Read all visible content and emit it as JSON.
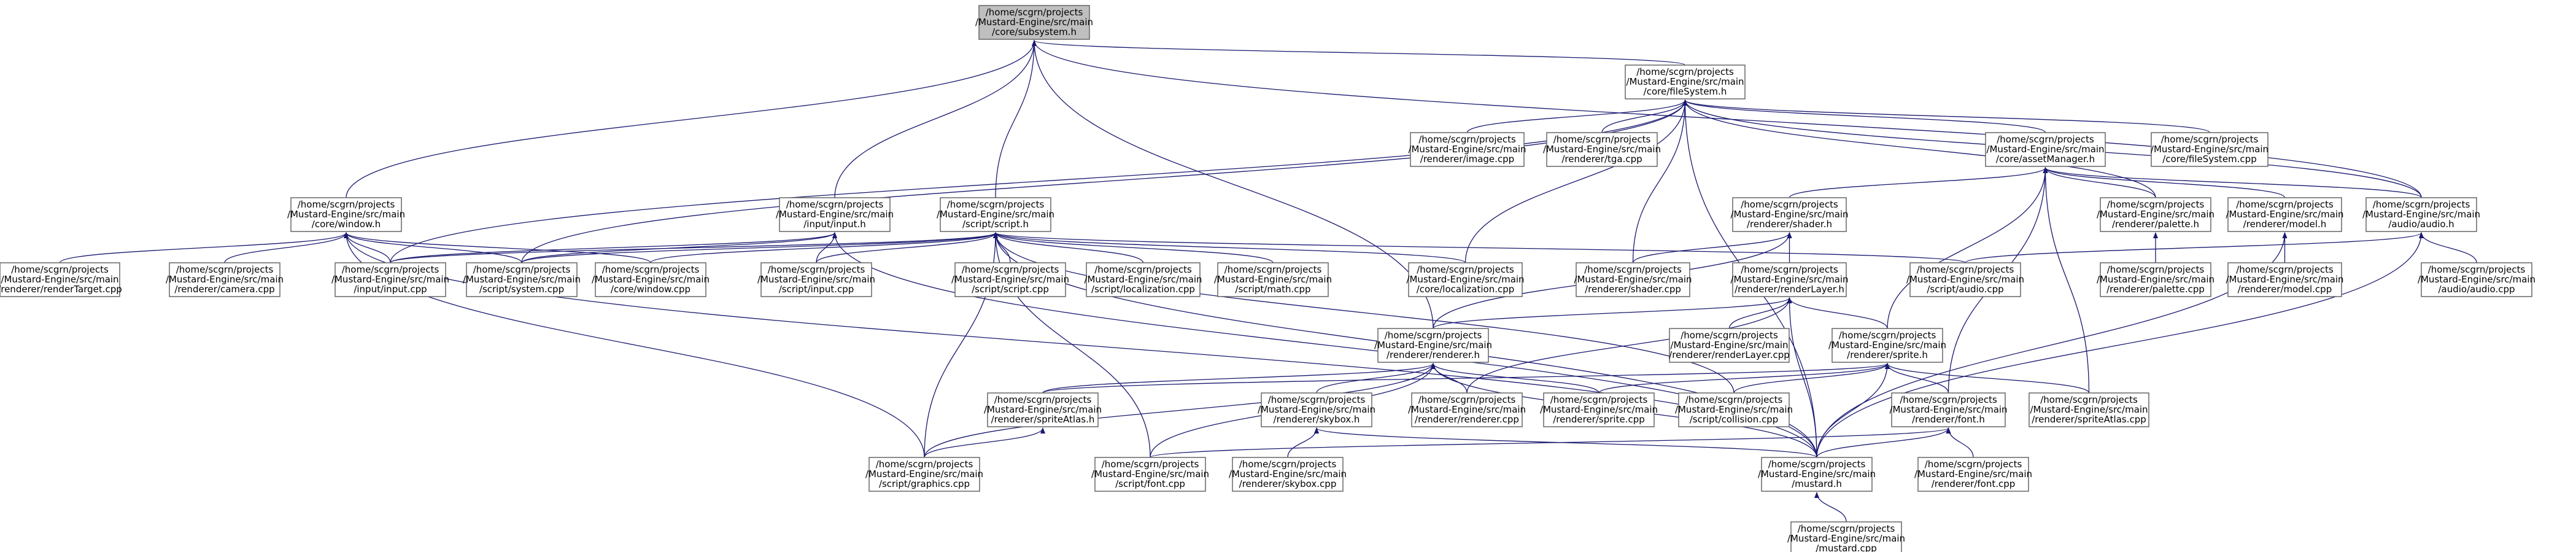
{
  "graph": {
    "colors": {
      "node_fill": "#ffffff",
      "root_fill": "#bfbfbf",
      "border": "#666666",
      "edge": "#191970",
      "text": "#000000"
    },
    "nodes": [
      {
        "id": "subsystem",
        "root": true,
        "lines": [
          "/home/scgrn/projects",
          "/Mustard-Engine/src/main",
          "/core/subsystem.h"
        ]
      },
      {
        "id": "filesystem",
        "lines": [
          "/home/scgrn/projects",
          "/Mustard-Engine/src/main",
          "/core/fileSystem.h"
        ]
      },
      {
        "id": "window",
        "lines": [
          "/home/scgrn/projects",
          "/Mustard-Engine/src/main",
          "/core/window.h"
        ]
      },
      {
        "id": "inputh",
        "lines": [
          "/home/scgrn/projects",
          "/Mustard-Engine/src/main",
          "/input/input.h"
        ]
      },
      {
        "id": "scripth",
        "lines": [
          "/home/scgrn/projects",
          "/Mustard-Engine/src/main",
          "/script/script.h"
        ]
      },
      {
        "id": "image",
        "lines": [
          "/home/scgrn/projects",
          "/Mustard-Engine/src/main",
          "/renderer/image.cpp"
        ]
      },
      {
        "id": "tga",
        "lines": [
          "/home/scgrn/projects",
          "/Mustard-Engine/src/main",
          "/renderer/tga.cpp"
        ]
      },
      {
        "id": "assetmgr",
        "lines": [
          "/home/scgrn/projects",
          "/Mustard-Engine/src/main",
          "/core/assetManager.h"
        ]
      },
      {
        "id": "fscpp",
        "lines": [
          "/home/scgrn/projects",
          "/Mustard-Engine/src/main",
          "/core/fileSystem.cpp"
        ]
      },
      {
        "id": "shaderh",
        "lines": [
          "/home/scgrn/projects",
          "/Mustard-Engine/src/main",
          "/renderer/shader.h"
        ]
      },
      {
        "id": "paletteh",
        "lines": [
          "/home/scgrn/projects",
          "/Mustard-Engine/src/main",
          "/renderer/palette.h"
        ]
      },
      {
        "id": "modelh",
        "lines": [
          "/home/scgrn/projects",
          "/Mustard-Engine/src/main",
          "/renderer/model.h"
        ]
      },
      {
        "id": "audioh",
        "lines": [
          "/home/scgrn/projects",
          "/Mustard-Engine/src/main",
          "/audio/audio.h"
        ]
      },
      {
        "id": "rendertarget",
        "lines": [
          "/home/scgrn/projects",
          "/Mustard-Engine/src/main",
          "/renderer/renderTarget.cpp"
        ]
      },
      {
        "id": "camera",
        "lines": [
          "/home/scgrn/projects",
          "/Mustard-Engine/src/main",
          "/renderer/camera.cpp"
        ]
      },
      {
        "id": "inputcpp",
        "lines": [
          "/home/scgrn/projects",
          "/Mustard-Engine/src/main",
          "/input/input.cpp"
        ]
      },
      {
        "id": "systemcpp",
        "lines": [
          "/home/scgrn/projects",
          "/Mustard-Engine/src/main",
          "/script/system.cpp"
        ]
      },
      {
        "id": "windowcpp",
        "lines": [
          "/home/scgrn/projects",
          "/Mustard-Engine/src/main",
          "/core/window.cpp"
        ]
      },
      {
        "id": "sinputcpp",
        "lines": [
          "/home/scgrn/projects",
          "/Mustard-Engine/src/main",
          "/script/input.cpp"
        ]
      },
      {
        "id": "scriptcpp",
        "lines": [
          "/home/scgrn/projects",
          "/Mustard-Engine/src/main",
          "/script/script.cpp"
        ]
      },
      {
        "id": "slocal",
        "lines": [
          "/home/scgrn/projects",
          "/Mustard-Engine/src/main",
          "/script/localization.cpp"
        ]
      },
      {
        "id": "smath",
        "lines": [
          "/home/scgrn/projects",
          "/Mustard-Engine/src/main",
          "/script/math.cpp"
        ]
      },
      {
        "id": "clocal",
        "lines": [
          "/home/scgrn/projects",
          "/Mustard-Engine/src/main",
          "/core/localization.cpp"
        ]
      },
      {
        "id": "shadercpp",
        "lines": [
          "/home/scgrn/projects",
          "/Mustard-Engine/src/main",
          "/renderer/shader.cpp"
        ]
      },
      {
        "id": "saudio",
        "lines": [
          "/home/scgrn/projects",
          "/Mustard-Engine/src/main",
          "/script/audio.cpp"
        ]
      },
      {
        "id": "palettecpp",
        "lines": [
          "/home/scgrn/projects",
          "/Mustard-Engine/src/main",
          "/renderer/palette.cpp"
        ]
      },
      {
        "id": "modelcpp",
        "lines": [
          "/home/scgrn/projects",
          "/Mustard-Engine/src/main",
          "/renderer/model.cpp"
        ]
      },
      {
        "id": "audiocpp",
        "lines": [
          "/home/scgrn/projects",
          "/Mustard-Engine/src/main",
          "/audio/audio.cpp"
        ]
      },
      {
        "id": "rlayerh",
        "lines": [
          "/home/scgrn/projects",
          "/Mustard-Engine/src/main",
          "/renderer/renderLayer.h"
        ]
      },
      {
        "id": "rendererh",
        "lines": [
          "/home/scgrn/projects",
          "/Mustard-Engine/src/main",
          "/renderer/renderer.h"
        ]
      },
      {
        "id": "rlayercpp",
        "lines": [
          "/home/scgrn/projects",
          "/Mustard-Engine/src/main",
          "/renderer/renderLayer.cpp"
        ]
      },
      {
        "id": "spriteh",
        "lines": [
          "/home/scgrn/projects",
          "/Mustard-Engine/src/main",
          "/renderer/sprite.h"
        ]
      },
      {
        "id": "atlash",
        "lines": [
          "/home/scgrn/projects",
          "/Mustard-Engine/src/main",
          "/renderer/spriteAtlas.h"
        ]
      },
      {
        "id": "skyboxh",
        "lines": [
          "/home/scgrn/projects",
          "/Mustard-Engine/src/main",
          "/renderer/skybox.h"
        ]
      },
      {
        "id": "renderercpp",
        "lines": [
          "/home/scgrn/projects",
          "/Mustard-Engine/src/main",
          "/renderer/renderer.cpp"
        ]
      },
      {
        "id": "spritecpp",
        "lines": [
          "/home/scgrn/projects",
          "/Mustard-Engine/src/main",
          "/renderer/sprite.cpp"
        ]
      },
      {
        "id": "collision",
        "lines": [
          "/home/scgrn/projects",
          "/Mustard-Engine/src/main",
          "/script/collision.cpp"
        ]
      },
      {
        "id": "fonth",
        "lines": [
          "/home/scgrn/projects",
          "/Mustard-Engine/src/main",
          "/renderer/font.h"
        ]
      },
      {
        "id": "atlascpp",
        "lines": [
          "/home/scgrn/projects",
          "/Mustard-Engine/src/main",
          "/renderer/spriteAtlas.cpp"
        ]
      },
      {
        "id": "graphics",
        "lines": [
          "/home/scgrn/projects",
          "/Mustard-Engine/src/main",
          "/script/graphics.cpp"
        ]
      },
      {
        "id": "sfont",
        "lines": [
          "/home/scgrn/projects",
          "/Mustard-Engine/src/main",
          "/script/font.cpp"
        ]
      },
      {
        "id": "skyboxcpp",
        "lines": [
          "/home/scgrn/projects",
          "/Mustard-Engine/src/main",
          "/renderer/skybox.cpp"
        ]
      },
      {
        "id": "mustardh",
        "lines": [
          "/home/scgrn/projects",
          "/Mustard-Engine/src/main",
          "/mustard.h"
        ]
      },
      {
        "id": "rfont",
        "lines": [
          "/home/scgrn/projects",
          "/Mustard-Engine/src/main",
          "/renderer/font.cpp"
        ]
      },
      {
        "id": "mustardcpp",
        "lines": [
          "/home/scgrn/projects",
          "/Mustard-Engine/src/main",
          "/mustard.cpp"
        ]
      }
    ],
    "edges": [
      [
        "filesystem",
        "subsystem"
      ],
      [
        "window",
        "subsystem"
      ],
      [
        "inputh",
        "subsystem"
      ],
      [
        "scripth",
        "subsystem"
      ],
      [
        "rendererh",
        "subsystem"
      ],
      [
        "audioh",
        "subsystem"
      ],
      [
        "image",
        "filesystem"
      ],
      [
        "tga",
        "filesystem"
      ],
      [
        "assetmgr",
        "filesystem"
      ],
      [
        "fscpp",
        "filesystem"
      ],
      [
        "audioh",
        "filesystem"
      ],
      [
        "clocal",
        "filesystem"
      ],
      [
        "shadercpp",
        "filesystem"
      ],
      [
        "inputcpp",
        "filesystem"
      ],
      [
        "systemcpp",
        "filesystem"
      ],
      [
        "mustardh",
        "filesystem"
      ],
      [
        "paletteh",
        "filesystem"
      ],
      [
        "shaderh",
        "assetmgr"
      ],
      [
        "paletteh",
        "assetmgr"
      ],
      [
        "modelh",
        "assetmgr"
      ],
      [
        "audioh",
        "assetmgr"
      ],
      [
        "spriteh",
        "assetmgr"
      ],
      [
        "fonth",
        "assetmgr"
      ],
      [
        "atlascpp",
        "assetmgr"
      ],
      [
        "rendertarget",
        "window"
      ],
      [
        "camera",
        "window"
      ],
      [
        "inputcpp",
        "window"
      ],
      [
        "systemcpp",
        "window"
      ],
      [
        "windowcpp",
        "window"
      ],
      [
        "graphics",
        "window"
      ],
      [
        "mustardh",
        "window"
      ],
      [
        "inputcpp",
        "inputh"
      ],
      [
        "systemcpp",
        "inputh"
      ],
      [
        "sinputcpp",
        "inputh"
      ],
      [
        "mustardh",
        "inputh"
      ],
      [
        "inputcpp",
        "scripth"
      ],
      [
        "systemcpp",
        "scripth"
      ],
      [
        "windowcpp",
        "scripth"
      ],
      [
        "sinputcpp",
        "scripth"
      ],
      [
        "scriptcpp",
        "scripth"
      ],
      [
        "slocal",
        "scripth"
      ],
      [
        "smath",
        "scripth"
      ],
      [
        "clocal",
        "scripth"
      ],
      [
        "saudio",
        "scripth"
      ],
      [
        "collision",
        "scripth"
      ],
      [
        "graphics",
        "scripth"
      ],
      [
        "sfont",
        "scripth"
      ],
      [
        "mustardh",
        "scripth"
      ],
      [
        "shadercpp",
        "shaderh"
      ],
      [
        "rlayerh",
        "shaderh"
      ],
      [
        "rendererh",
        "shaderh"
      ],
      [
        "palettecpp",
        "paletteh"
      ],
      [
        "modelcpp",
        "modelh"
      ],
      [
        "mustardh",
        "modelh"
      ],
      [
        "audiocpp",
        "audioh"
      ],
      [
        "saudio",
        "audioh"
      ],
      [
        "mustardh",
        "audioh"
      ],
      [
        "rendererh",
        "rlayerh"
      ],
      [
        "rlayercpp",
        "rlayerh"
      ],
      [
        "spriteh",
        "rlayerh"
      ],
      [
        "renderercpp",
        "rlayerh"
      ],
      [
        "mustardh",
        "rlayerh"
      ],
      [
        "atlash",
        "rendererh"
      ],
      [
        "skyboxh",
        "rendererh"
      ],
      [
        "renderercpp",
        "rendererh"
      ],
      [
        "spritecpp",
        "rendererh"
      ],
      [
        "graphics",
        "rendererh"
      ],
      [
        "sfont",
        "rendererh"
      ],
      [
        "mustardh",
        "rendererh"
      ],
      [
        "atlash",
        "spriteh"
      ],
      [
        "spritecpp",
        "spriteh"
      ],
      [
        "collision",
        "spriteh"
      ],
      [
        "fonth",
        "spriteh"
      ],
      [
        "atlascpp",
        "spriteh"
      ],
      [
        "mustardh",
        "spriteh"
      ],
      [
        "graphics",
        "atlash"
      ],
      [
        "skyboxcpp",
        "skyboxh"
      ],
      [
        "mustardh",
        "skyboxh"
      ],
      [
        "sfont",
        "fonth"
      ],
      [
        "mustardh",
        "fonth"
      ],
      [
        "rfont",
        "fonth"
      ],
      [
        "mustardcpp",
        "mustardh"
      ]
    ]
  }
}
